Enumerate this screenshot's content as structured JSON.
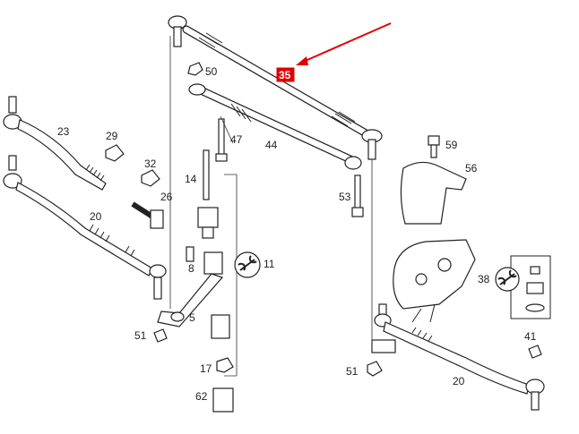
{
  "highlight": {
    "label": "35",
    "color": "#e00000"
  },
  "labels": {
    "l50": "50",
    "l47": "47",
    "l44": "44",
    "l23": "23",
    "l29": "29",
    "l32": "32",
    "l26": "26",
    "l14": "14",
    "l20a": "20",
    "l8": "8",
    "l11": "11",
    "l5": "5",
    "l51a": "51",
    "l17": "17",
    "l62": "62",
    "l59": "59",
    "l56": "56",
    "l53": "53",
    "l38": "38",
    "l41": "41",
    "l51b": "51",
    "l20b": "20"
  },
  "icons": {
    "wrench_left": "wrench-icon",
    "wrench_right": "wrench-icon",
    "arrow": "red-arrow"
  }
}
